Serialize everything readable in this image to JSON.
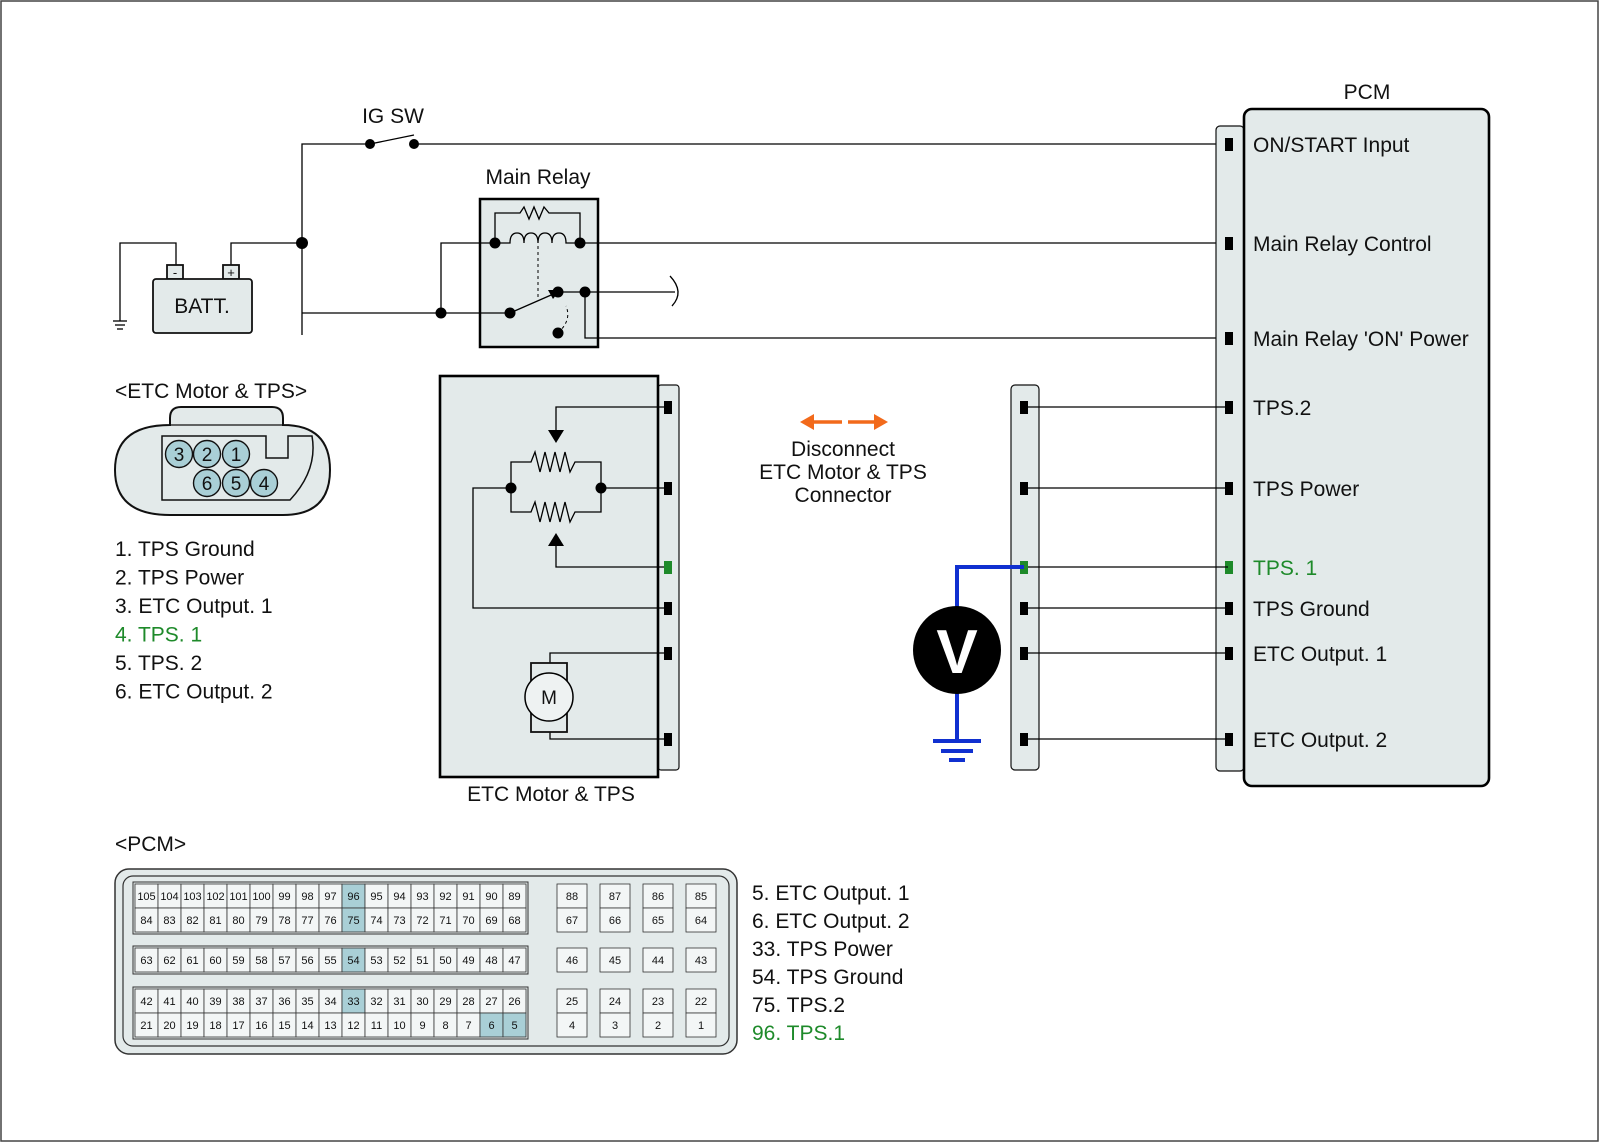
{
  "labels": {
    "ig_sw": "IG SW",
    "main_relay": "Main Relay",
    "batt": "BATT.",
    "batt_neg": "-",
    "batt_pos": "+",
    "pcm": "PCM",
    "etc_block": "ETC Motor & TPS",
    "motor": "M",
    "voltmeter": "V"
  },
  "pcm_pins": [
    "ON/START Input",
    "Main Relay Control",
    "Main Relay 'ON' Power",
    "TPS.2",
    "TPS Power",
    "TPS. 1",
    "TPS Ground",
    "ETC Output. 1",
    "ETC Output. 2"
  ],
  "disconnect_note": [
    "Disconnect",
    "ETC Motor & TPS",
    "Connector"
  ],
  "etc_connector": {
    "title": "<ETC Motor & TPS>",
    "pins_top": [
      "3",
      "2",
      "1"
    ],
    "pins_bottom": [
      "6",
      "5",
      "4"
    ],
    "list": [
      "1. TPS Ground",
      "2. TPS Power",
      "3. ETC Output. 1",
      "4. TPS. 1",
      "5. TPS. 2",
      "6. ETC Output. 2"
    ],
    "highlight_index": 3
  },
  "pcm_connector": {
    "title": "<PCM>",
    "rows": [
      [
        "105",
        "104",
        "103",
        "102",
        "101",
        "100",
        "99",
        "98",
        "97",
        "96",
        "95",
        "94",
        "93",
        "92",
        "91",
        "90",
        "89"
      ],
      [
        "84",
        "83",
        "82",
        "81",
        "80",
        "79",
        "78",
        "77",
        "76",
        "75",
        "74",
        "73",
        "72",
        "71",
        "70",
        "69",
        "68"
      ],
      [
        "63",
        "62",
        "61",
        "60",
        "59",
        "58",
        "57",
        "56",
        "55",
        "54",
        "53",
        "52",
        "51",
        "50",
        "49",
        "48",
        "47"
      ],
      [
        "42",
        "41",
        "40",
        "39",
        "38",
        "37",
        "36",
        "35",
        "34",
        "33",
        "32",
        "31",
        "30",
        "29",
        "28",
        "27",
        "26"
      ],
      [
        "21",
        "20",
        "19",
        "18",
        "17",
        "16",
        "15",
        "14",
        "13",
        "12",
        "11",
        "10",
        "9",
        "8",
        "7",
        "6",
        "5"
      ]
    ],
    "side_rows": [
      [
        "88",
        "87",
        "86",
        "85"
      ],
      [
        "67",
        "66",
        "65",
        "64"
      ],
      [
        "46",
        "45",
        "44",
        "43"
      ],
      [
        "25",
        "24",
        "23",
        "22"
      ],
      [
        "4",
        "3",
        "2",
        "1"
      ]
    ],
    "highlighted": [
      "96",
      "75",
      "54",
      "33",
      "6",
      "5"
    ],
    "list": [
      "5. ETC Output. 1",
      "6. ETC Output. 2",
      "33. TPS Power",
      "54. TPS Ground",
      "75. TPS.2",
      "96. TPS.1"
    ],
    "highlight_index": 5
  },
  "colors": {
    "highlight_text": "#1e8a2a",
    "probe_wire": "#1030d0",
    "arrow": "#f26a1b",
    "cell_highlight": "#a9cfd6"
  }
}
